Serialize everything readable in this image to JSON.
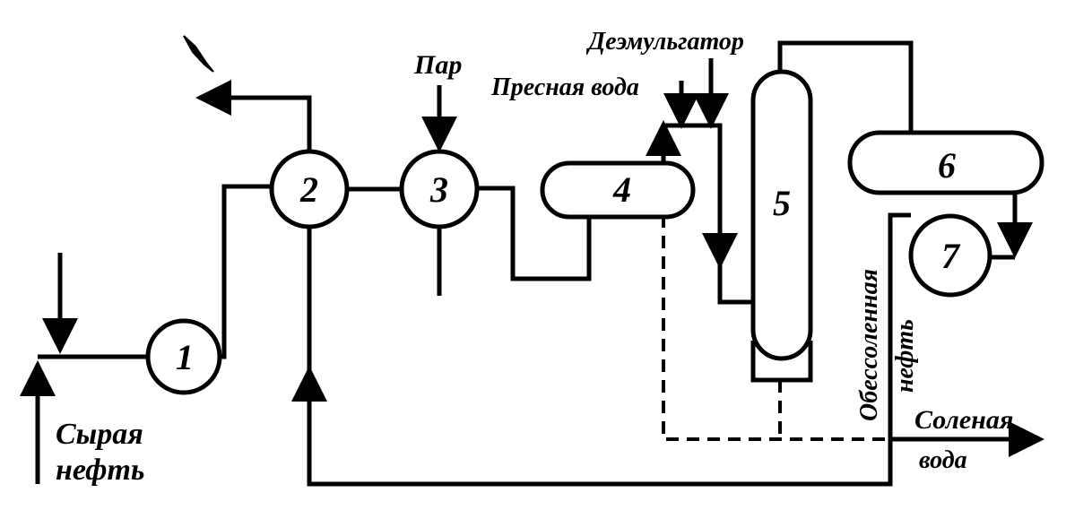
{
  "labels": {
    "crude_oil": [
      "Сырая",
      "нефть"
    ],
    "steam": "Пар",
    "fresh_water": "Пресная вода",
    "demulsifier": "Деэмульгатор",
    "desalted_oil": [
      "Обессоленная",
      "нефть"
    ],
    "salt_water": [
      "Соленая",
      "вода"
    ]
  },
  "equipment": [
    {
      "id": "1",
      "label": "1"
    },
    {
      "id": "2",
      "label": "2"
    },
    {
      "id": "3",
      "label": "3"
    },
    {
      "id": "4",
      "label": "4"
    },
    {
      "id": "5",
      "label": "5"
    },
    {
      "id": "6",
      "label": "6"
    },
    {
      "id": "7",
      "label": "7"
    }
  ]
}
